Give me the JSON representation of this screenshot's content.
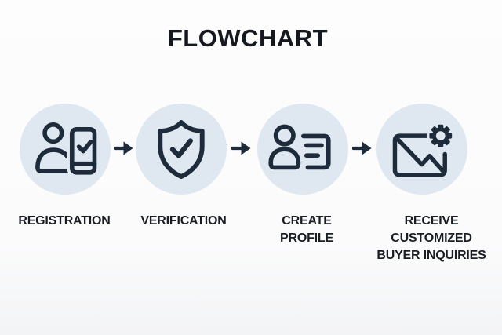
{
  "title": "FLOWCHART",
  "steps": [
    {
      "label": "REGISTRATION",
      "icon": "user-phone-check-icon"
    },
    {
      "label": "VERIFICATION",
      "icon": "shield-check-icon"
    },
    {
      "label": "CREATE\nPROFILE",
      "icon": "profile-card-icon"
    },
    {
      "label": "RECEIVE\nCUSTOMIZED\nBUYER INQUIRIES",
      "icon": "mail-gear-icon"
    }
  ],
  "connector": {
    "glyph": "→",
    "icon": "arrow-right-icon",
    "count": 3
  },
  "colors": {
    "background": "#fbfbfc",
    "circle_fill": "#dfe7f0",
    "icon_stroke": "#1d2b3a",
    "text": "#1a1d23"
  }
}
